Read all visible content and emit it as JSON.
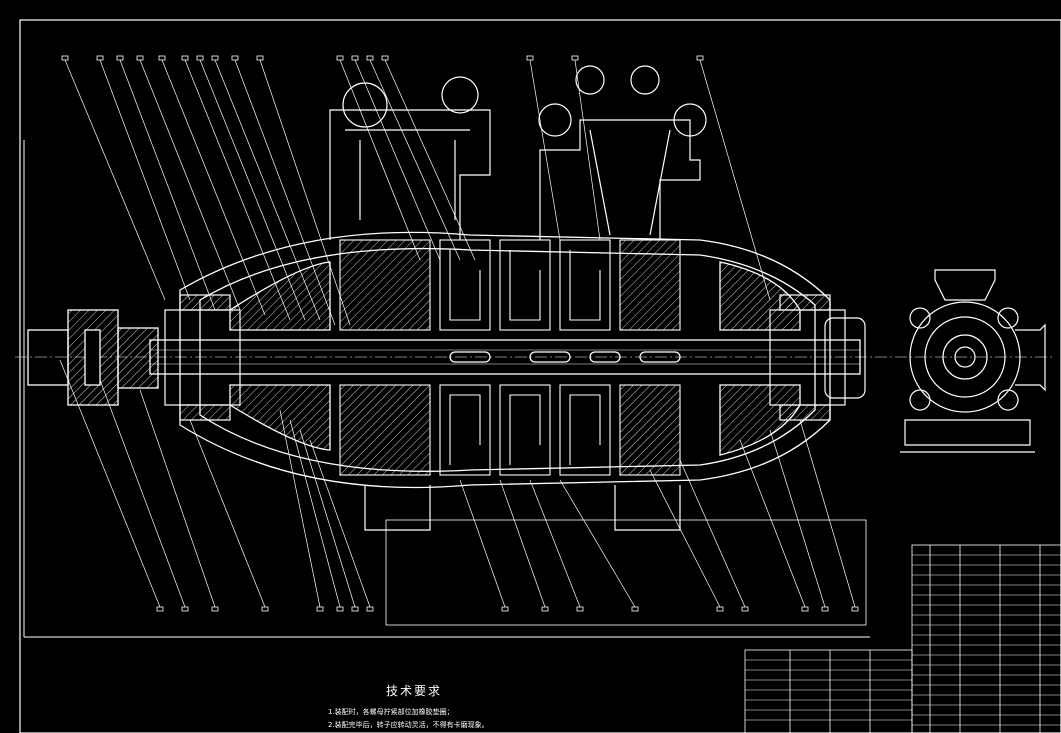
{
  "drawing": {
    "kind": "cad-assembly-drawing",
    "colors": {
      "background": "#000000",
      "line": "#ffffff",
      "accent": "#ffff66"
    }
  },
  "technical_requirements": {
    "title": "技术要求",
    "items": [
      "1.装配时，各螺母拧紧部位加橡胶垫圈；",
      "2.装配完毕后，转子应转动灵活，不得有卡磨现象。"
    ]
  }
}
